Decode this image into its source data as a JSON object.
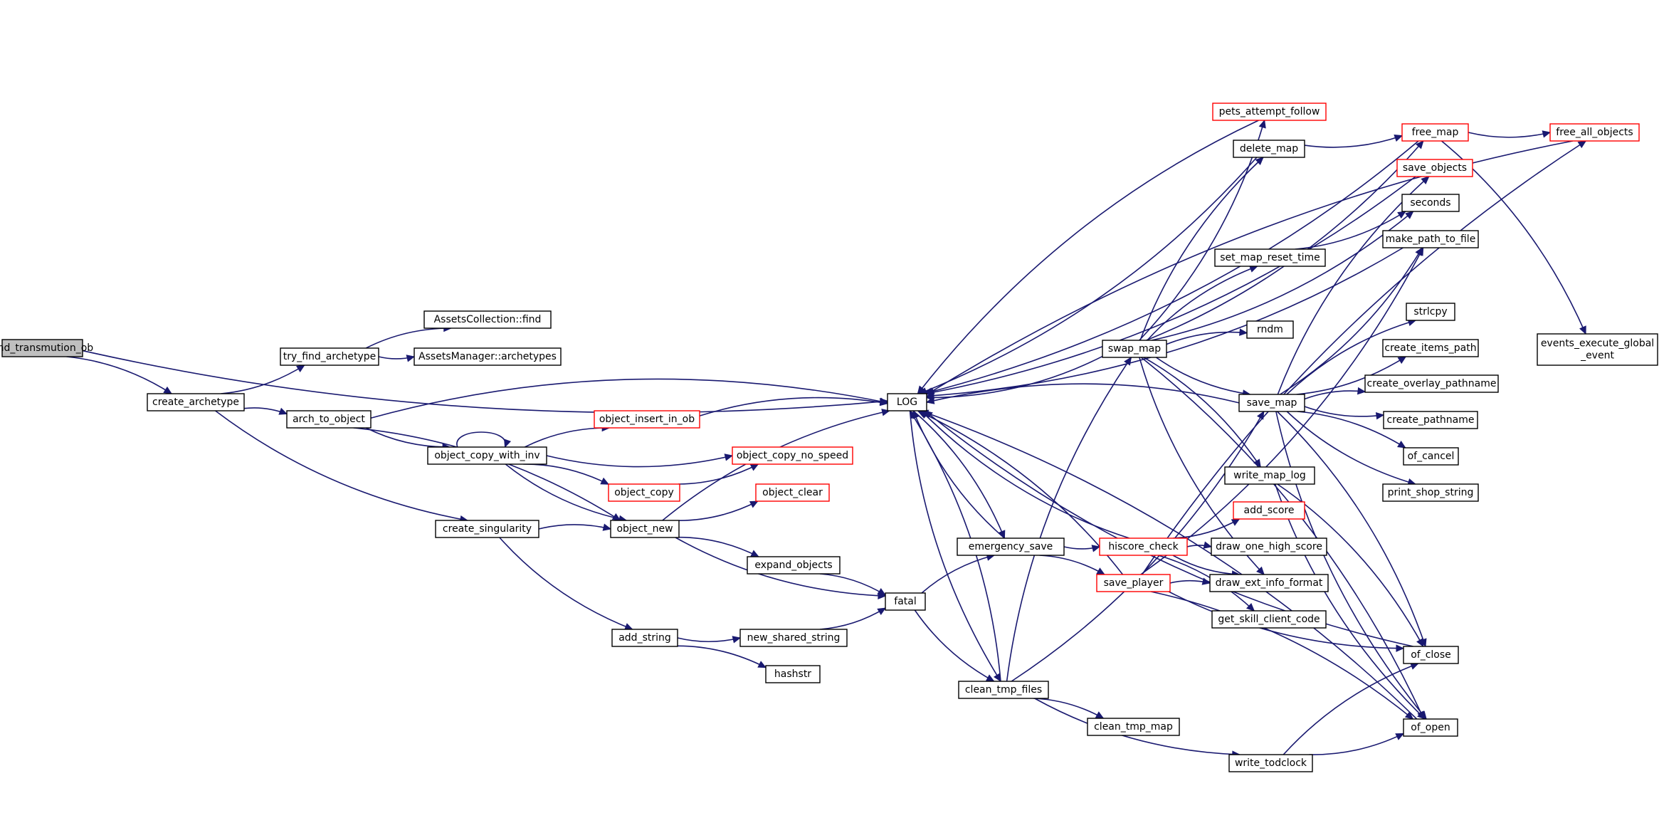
{
  "graph": {
    "root": "find_transmution_ob",
    "colors": {
      "edge": "#191970",
      "box": "#000000",
      "truncated_box": "#ff0000",
      "root_fill": "#bfbfbf"
    },
    "nodes": [
      {
        "id": "find_transmution_ob",
        "label": "find_transmution_ob",
        "style": "root"
      },
      {
        "id": "create_archetype",
        "label": "create_archetype",
        "style": "normal"
      },
      {
        "id": "try_find_archetype",
        "label": "try_find_archetype",
        "style": "normal"
      },
      {
        "id": "assets_collection_find",
        "label": "AssetsCollection::find",
        "style": "normal"
      },
      {
        "id": "assets_manager_archetypes",
        "label": "AssetsManager::archetypes",
        "style": "normal"
      },
      {
        "id": "arch_to_object",
        "label": "arch_to_object",
        "style": "normal"
      },
      {
        "id": "object_copy_with_inv",
        "label": "object_copy_with_inv",
        "style": "normal"
      },
      {
        "id": "object_insert_in_ob",
        "label": "object_insert_in_ob",
        "style": "truncated"
      },
      {
        "id": "object_copy_no_speed",
        "label": "object_copy_no_speed",
        "style": "truncated"
      },
      {
        "id": "object_copy",
        "label": "object_copy",
        "style": "truncated"
      },
      {
        "id": "object_clear",
        "label": "object_clear",
        "style": "truncated"
      },
      {
        "id": "create_singularity",
        "label": "create_singularity",
        "style": "normal"
      },
      {
        "id": "object_new",
        "label": "object_new",
        "style": "normal"
      },
      {
        "id": "expand_objects",
        "label": "expand_objects",
        "style": "normal"
      },
      {
        "id": "add_string",
        "label": "add_string",
        "style": "normal"
      },
      {
        "id": "new_shared_string",
        "label": "new_shared_string",
        "style": "normal"
      },
      {
        "id": "hashstr",
        "label": "hashstr",
        "style": "normal"
      },
      {
        "id": "log",
        "label": "LOG",
        "style": "normal"
      },
      {
        "id": "fatal",
        "label": "fatal",
        "style": "normal"
      },
      {
        "id": "emergency_save",
        "label": "emergency_save",
        "style": "normal"
      },
      {
        "id": "clean_tmp_files",
        "label": "clean_tmp_files",
        "style": "normal"
      },
      {
        "id": "clean_tmp_map",
        "label": "clean_tmp_map",
        "style": "normal"
      },
      {
        "id": "write_todclock",
        "label": "write_todclock",
        "style": "normal"
      },
      {
        "id": "swap_map",
        "label": "swap_map",
        "style": "normal"
      },
      {
        "id": "pets_attempt_follow",
        "label": "pets_attempt_follow",
        "style": "truncated"
      },
      {
        "id": "delete_map",
        "label": "delete_map",
        "style": "normal"
      },
      {
        "id": "set_map_reset_time",
        "label": "set_map_reset_time",
        "style": "normal"
      },
      {
        "id": "rndm",
        "label": "rndm",
        "style": "normal"
      },
      {
        "id": "save_map",
        "label": "save_map",
        "style": "normal"
      },
      {
        "id": "write_map_log",
        "label": "write_map_log",
        "style": "normal"
      },
      {
        "id": "hiscore_check",
        "label": "hiscore_check",
        "style": "truncated"
      },
      {
        "id": "add_score",
        "label": "add_score",
        "style": "truncated"
      },
      {
        "id": "draw_one_high_score",
        "label": "draw_one_high_score",
        "style": "normal"
      },
      {
        "id": "draw_ext_info_format",
        "label": "draw_ext_info_format",
        "style": "normal"
      },
      {
        "id": "get_skill_client_code",
        "label": "get_skill_client_code",
        "style": "normal"
      },
      {
        "id": "save_player",
        "label": "save_player",
        "style": "truncated"
      },
      {
        "id": "free_map",
        "label": "free_map",
        "style": "truncated"
      },
      {
        "id": "free_all_objects",
        "label": "free_all_objects",
        "style": "truncated"
      },
      {
        "id": "save_objects",
        "label": "save_objects",
        "style": "truncated"
      },
      {
        "id": "seconds",
        "label": "seconds",
        "style": "normal"
      },
      {
        "id": "make_path_to_file",
        "label": "make_path_to_file",
        "style": "normal"
      },
      {
        "id": "strlcpy",
        "label": "strlcpy",
        "style": "normal"
      },
      {
        "id": "create_items_path",
        "label": "create_items_path",
        "style": "normal"
      },
      {
        "id": "create_overlay_pathname",
        "label": "create_overlay_pathname",
        "style": "normal"
      },
      {
        "id": "create_pathname",
        "label": "create_pathname",
        "style": "normal"
      },
      {
        "id": "of_cancel",
        "label": "of_cancel",
        "style": "normal"
      },
      {
        "id": "print_shop_string",
        "label": "print_shop_string",
        "style": "normal"
      },
      {
        "id": "events_execute_global_event",
        "label": "events_execute_global\n_event",
        "style": "normal"
      },
      {
        "id": "of_close",
        "label": "of_close",
        "style": "normal"
      },
      {
        "id": "of_open",
        "label": "of_open",
        "style": "normal"
      }
    ],
    "edges": [
      [
        "find_transmution_ob",
        "log"
      ],
      [
        "find_transmution_ob",
        "create_archetype"
      ],
      [
        "create_archetype",
        "try_find_archetype"
      ],
      [
        "create_archetype",
        "arch_to_object"
      ],
      [
        "create_archetype",
        "create_singularity"
      ],
      [
        "try_find_archetype",
        "assets_collection_find"
      ],
      [
        "try_find_archetype",
        "assets_manager_archetypes"
      ],
      [
        "arch_to_object",
        "log"
      ],
      [
        "arch_to_object",
        "object_copy_with_inv"
      ],
      [
        "arch_to_object",
        "object_new"
      ],
      [
        "object_copy_with_inv",
        "object_copy_with_inv"
      ],
      [
        "object_copy_with_inv",
        "object_insert_in_ob"
      ],
      [
        "object_copy_with_inv",
        "object_copy_no_speed"
      ],
      [
        "object_copy_with_inv",
        "object_copy"
      ],
      [
        "object_copy_with_inv",
        "object_new"
      ],
      [
        "object_insert_in_ob",
        "log"
      ],
      [
        "object_copy",
        "object_copy_no_speed"
      ],
      [
        "create_singularity",
        "object_new"
      ],
      [
        "create_singularity",
        "add_string"
      ],
      [
        "object_new",
        "log"
      ],
      [
        "object_new",
        "object_clear"
      ],
      [
        "object_new",
        "expand_objects"
      ],
      [
        "object_new",
        "fatal"
      ],
      [
        "expand_objects",
        "fatal"
      ],
      [
        "add_string",
        "new_shared_string"
      ],
      [
        "add_string",
        "hashstr"
      ],
      [
        "new_shared_string",
        "fatal"
      ],
      [
        "fatal",
        "emergency_save"
      ],
      [
        "fatal",
        "clean_tmp_files"
      ],
      [
        "log",
        "emergency_save"
      ],
      [
        "log",
        "clean_tmp_files"
      ],
      [
        "emergency_save",
        "log"
      ],
      [
        "emergency_save",
        "hiscore_check"
      ],
      [
        "emergency_save",
        "save_player"
      ],
      [
        "clean_tmp_files",
        "log"
      ],
      [
        "clean_tmp_files",
        "swap_map"
      ],
      [
        "clean_tmp_files",
        "save_map"
      ],
      [
        "clean_tmp_files",
        "clean_tmp_map"
      ],
      [
        "clean_tmp_files",
        "write_todclock"
      ],
      [
        "write_todclock",
        "of_close"
      ],
      [
        "write_todclock",
        "of_open"
      ],
      [
        "swap_map",
        "log"
      ],
      [
        "swap_map",
        "pets_attempt_follow"
      ],
      [
        "swap_map",
        "delete_map"
      ],
      [
        "swap_map",
        "free_map"
      ],
      [
        "swap_map",
        "set_map_reset_time"
      ],
      [
        "swap_map",
        "seconds"
      ],
      [
        "swap_map",
        "rndm"
      ],
      [
        "swap_map",
        "save_map"
      ],
      [
        "swap_map",
        "write_map_log"
      ],
      [
        "swap_map",
        "draw_ext_info_format"
      ],
      [
        "swap_map",
        "of_open"
      ],
      [
        "pets_attempt_follow",
        "log"
      ],
      [
        "delete_map",
        "log"
      ],
      [
        "delete_map",
        "free_map"
      ],
      [
        "free_map",
        "log"
      ],
      [
        "free_map",
        "free_all_objects"
      ],
      [
        "free_map",
        "events_execute_global_event"
      ],
      [
        "free_all_objects",
        "log"
      ],
      [
        "save_objects",
        "log"
      ],
      [
        "set_map_reset_time",
        "seconds"
      ],
      [
        "make_path_to_file",
        "log"
      ],
      [
        "save_map",
        "log"
      ],
      [
        "save_map",
        "save_objects"
      ],
      [
        "save_map",
        "make_path_to_file"
      ],
      [
        "save_map",
        "strlcpy"
      ],
      [
        "save_map",
        "create_items_path"
      ],
      [
        "save_map",
        "create_overlay_pathname"
      ],
      [
        "save_map",
        "create_pathname"
      ],
      [
        "save_map",
        "of_cancel"
      ],
      [
        "save_map",
        "print_shop_string"
      ],
      [
        "save_map",
        "of_close"
      ],
      [
        "save_map",
        "of_open"
      ],
      [
        "write_map_log",
        "of_close"
      ],
      [
        "write_map_log",
        "of_open"
      ],
      [
        "hiscore_check",
        "log"
      ],
      [
        "hiscore_check",
        "add_score"
      ],
      [
        "hiscore_check",
        "draw_one_high_score"
      ],
      [
        "hiscore_check",
        "draw_ext_info_format"
      ],
      [
        "hiscore_check",
        "get_skill_client_code"
      ],
      [
        "save_player",
        "log"
      ],
      [
        "save_player",
        "draw_ext_info_format"
      ],
      [
        "save_player",
        "of_close"
      ],
      [
        "save_player",
        "of_open"
      ],
      [
        "save_player",
        "make_path_to_file"
      ],
      [
        "save_player",
        "free_all_objects"
      ],
      [
        "of_open",
        "log"
      ],
      [
        "of_close",
        "log"
      ]
    ]
  }
}
